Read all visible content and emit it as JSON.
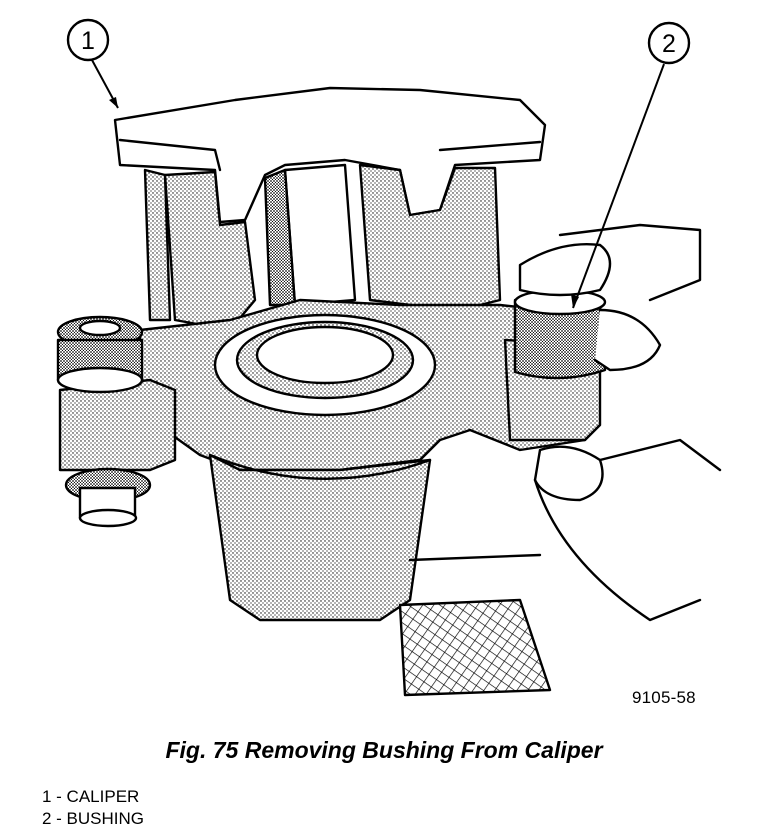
{
  "figure": {
    "callouts": [
      {
        "number": "1"
      },
      {
        "number": "2"
      }
    ],
    "code": "9105-58",
    "caption": "Fig. 75 Removing Bushing From Caliper",
    "legend": [
      {
        "text": "1 - CALIPER"
      },
      {
        "text": "2 - BUSHING"
      }
    ]
  }
}
